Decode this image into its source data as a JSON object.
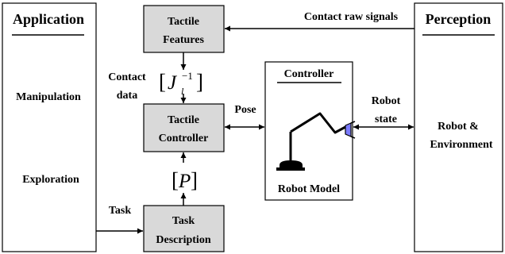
{
  "application": {
    "title": "Application",
    "items": [
      "Manipulation",
      "Exploration"
    ]
  },
  "perception": {
    "title": "Perception",
    "items": [
      "Robot &",
      "Environment"
    ]
  },
  "blocks": {
    "tactile_features": [
      "Tactile",
      "Features"
    ],
    "tactile_controller": [
      "Tactile",
      "Controller"
    ],
    "task_description": [
      "Task",
      "Description"
    ],
    "controller": {
      "title": "Controller",
      "caption": "Robot Model"
    }
  },
  "labels": {
    "contact_raw_signals": "Contact raw signals",
    "contact_data": [
      "Contact",
      "data"
    ],
    "jacobian_inverse": {
      "open": "[",
      "symbol": "J",
      "sub": "l",
      "sup": "−1",
      "close": "]"
    },
    "p_matrix": {
      "open": "[",
      "symbol": "P",
      "close": "]"
    },
    "pose": "Pose",
    "robot_state": [
      "Robot",
      "state"
    ],
    "task": "Task"
  },
  "colors": {
    "block_fill": "#d9d9d9",
    "border": "#000000",
    "gripper": "#7b7bff"
  }
}
